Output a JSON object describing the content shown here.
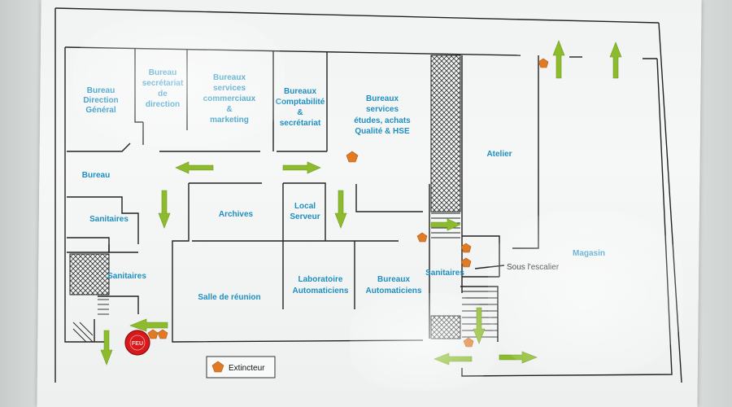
{
  "rooms": {
    "bureau_direction": "Bureau\nDirection\nGénéral",
    "bureau_secretariat": "Bureau\nsecrétariat\nde\ndirection",
    "bureaux_commerciaux": "Bureaux\nservices\ncommerciaux\n&\nmarketing",
    "bureaux_compta": "Bureaux\nComptabilité\n&\nsecrétariat",
    "bureaux_etudes": "Bureaux\nservices\nétudes, achats\nQualité & HSE",
    "atelier": "Atelier",
    "bureau": "Bureau",
    "sanitaires_top": "Sanitaires",
    "archives": "Archives",
    "local_serveur": "Local\nServeur",
    "magasin": "Magasin",
    "sanitaires_left": "Sanitaires",
    "sanitaires_mid": "Sanitaires",
    "salle_reunion": "Salle de réunion",
    "laboratoire": "Laboratoire\nAutomaticiens",
    "bureaux_automaticiens": "Bureaux\nAutomaticiens"
  },
  "annotations": {
    "sous_escalier": "Sous l'escalier"
  },
  "legend": {
    "extincteur_label": "Extincteur"
  },
  "markers": {
    "alarm_label": "FEU"
  },
  "colors": {
    "room_text": "#1f8fbf",
    "arrow": "#8dbb2e",
    "extinguisher": "#e07a24",
    "alarm": "#d7191c"
  }
}
